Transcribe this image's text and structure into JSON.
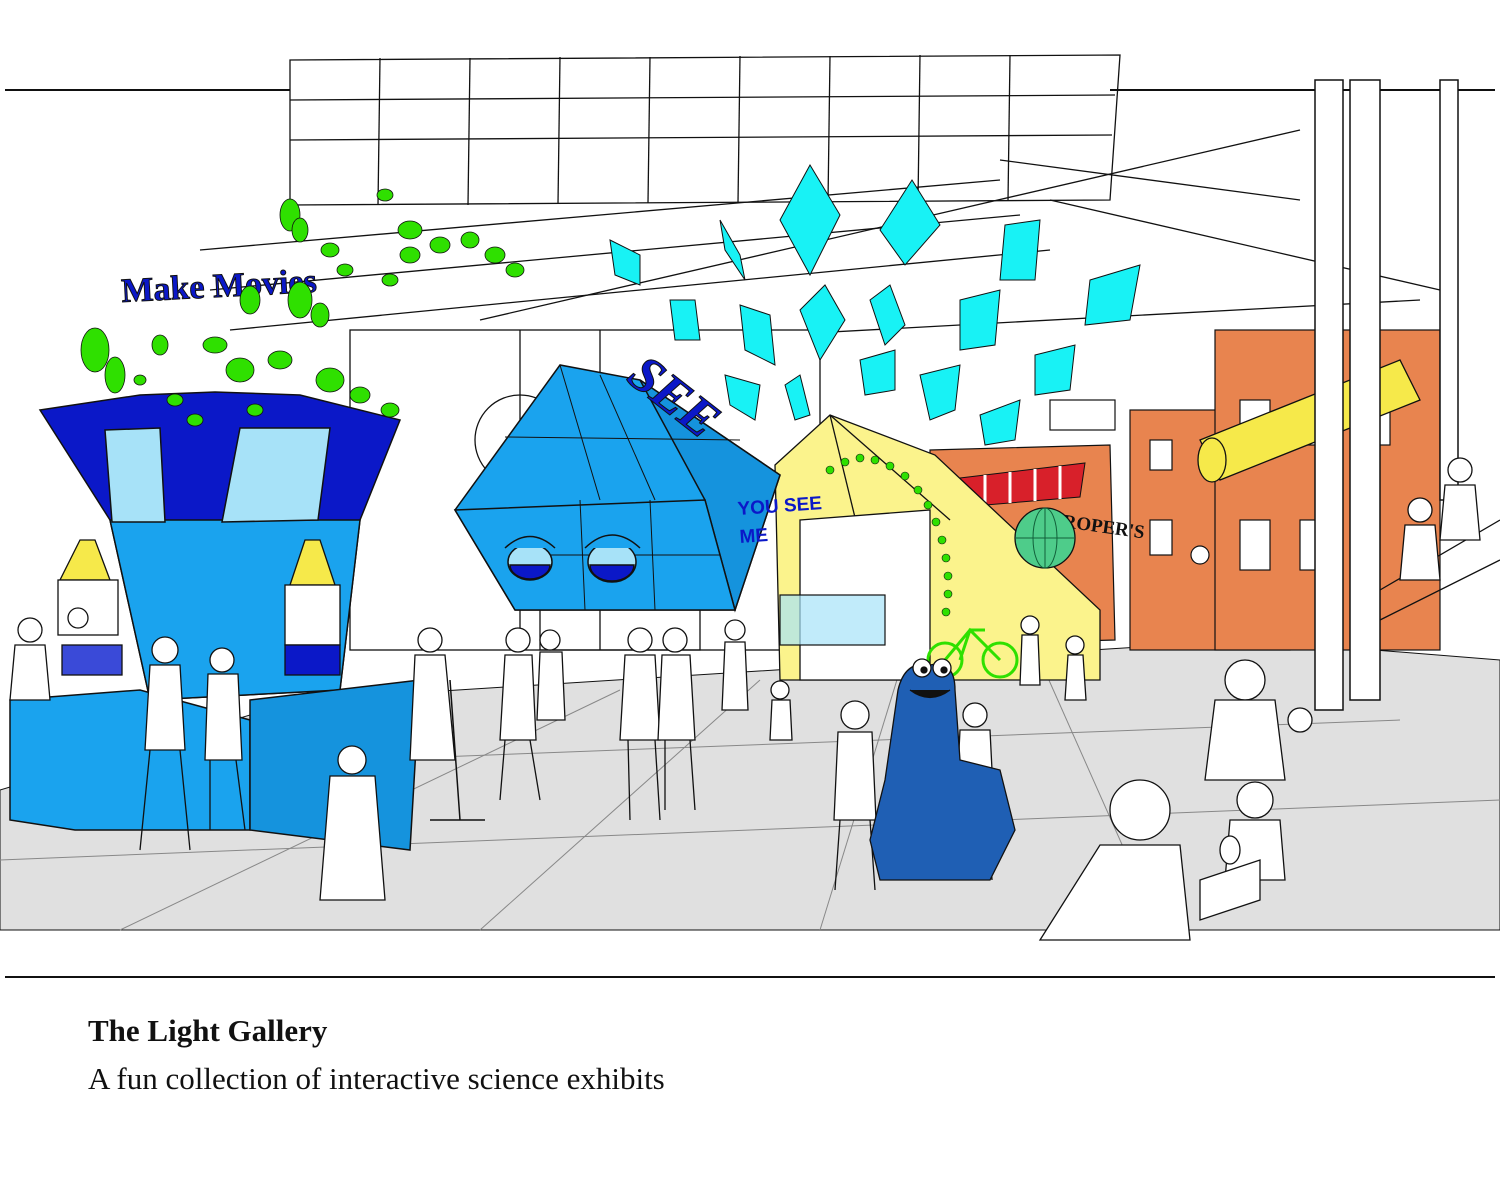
{
  "illustration": {
    "signs": {
      "make_movies": "Make Movies",
      "see": "SEE",
      "you_see_me": [
        "YOU SEE",
        "ME"
      ],
      "storefront": "ROPER'S"
    },
    "colors": {
      "royal_blue": "#0b18c8",
      "sky_blue": "#1aa3ee",
      "light_blue": "#a7e2f8",
      "cyan_diamond": "#18f2f5",
      "leaf_green": "#2fe000",
      "pyramid_yellow": "#fbf38c",
      "lamp_yellow": "#f6e94a",
      "brick_orange": "#e8844f",
      "awning_red": "#d8202a",
      "floor_grey": "#e0e0e0",
      "monster_blue": "#1f5fb4"
    }
  },
  "caption": {
    "title": "The Light Gallery",
    "subtitle": "A fun collection of interactive science exhibits"
  }
}
